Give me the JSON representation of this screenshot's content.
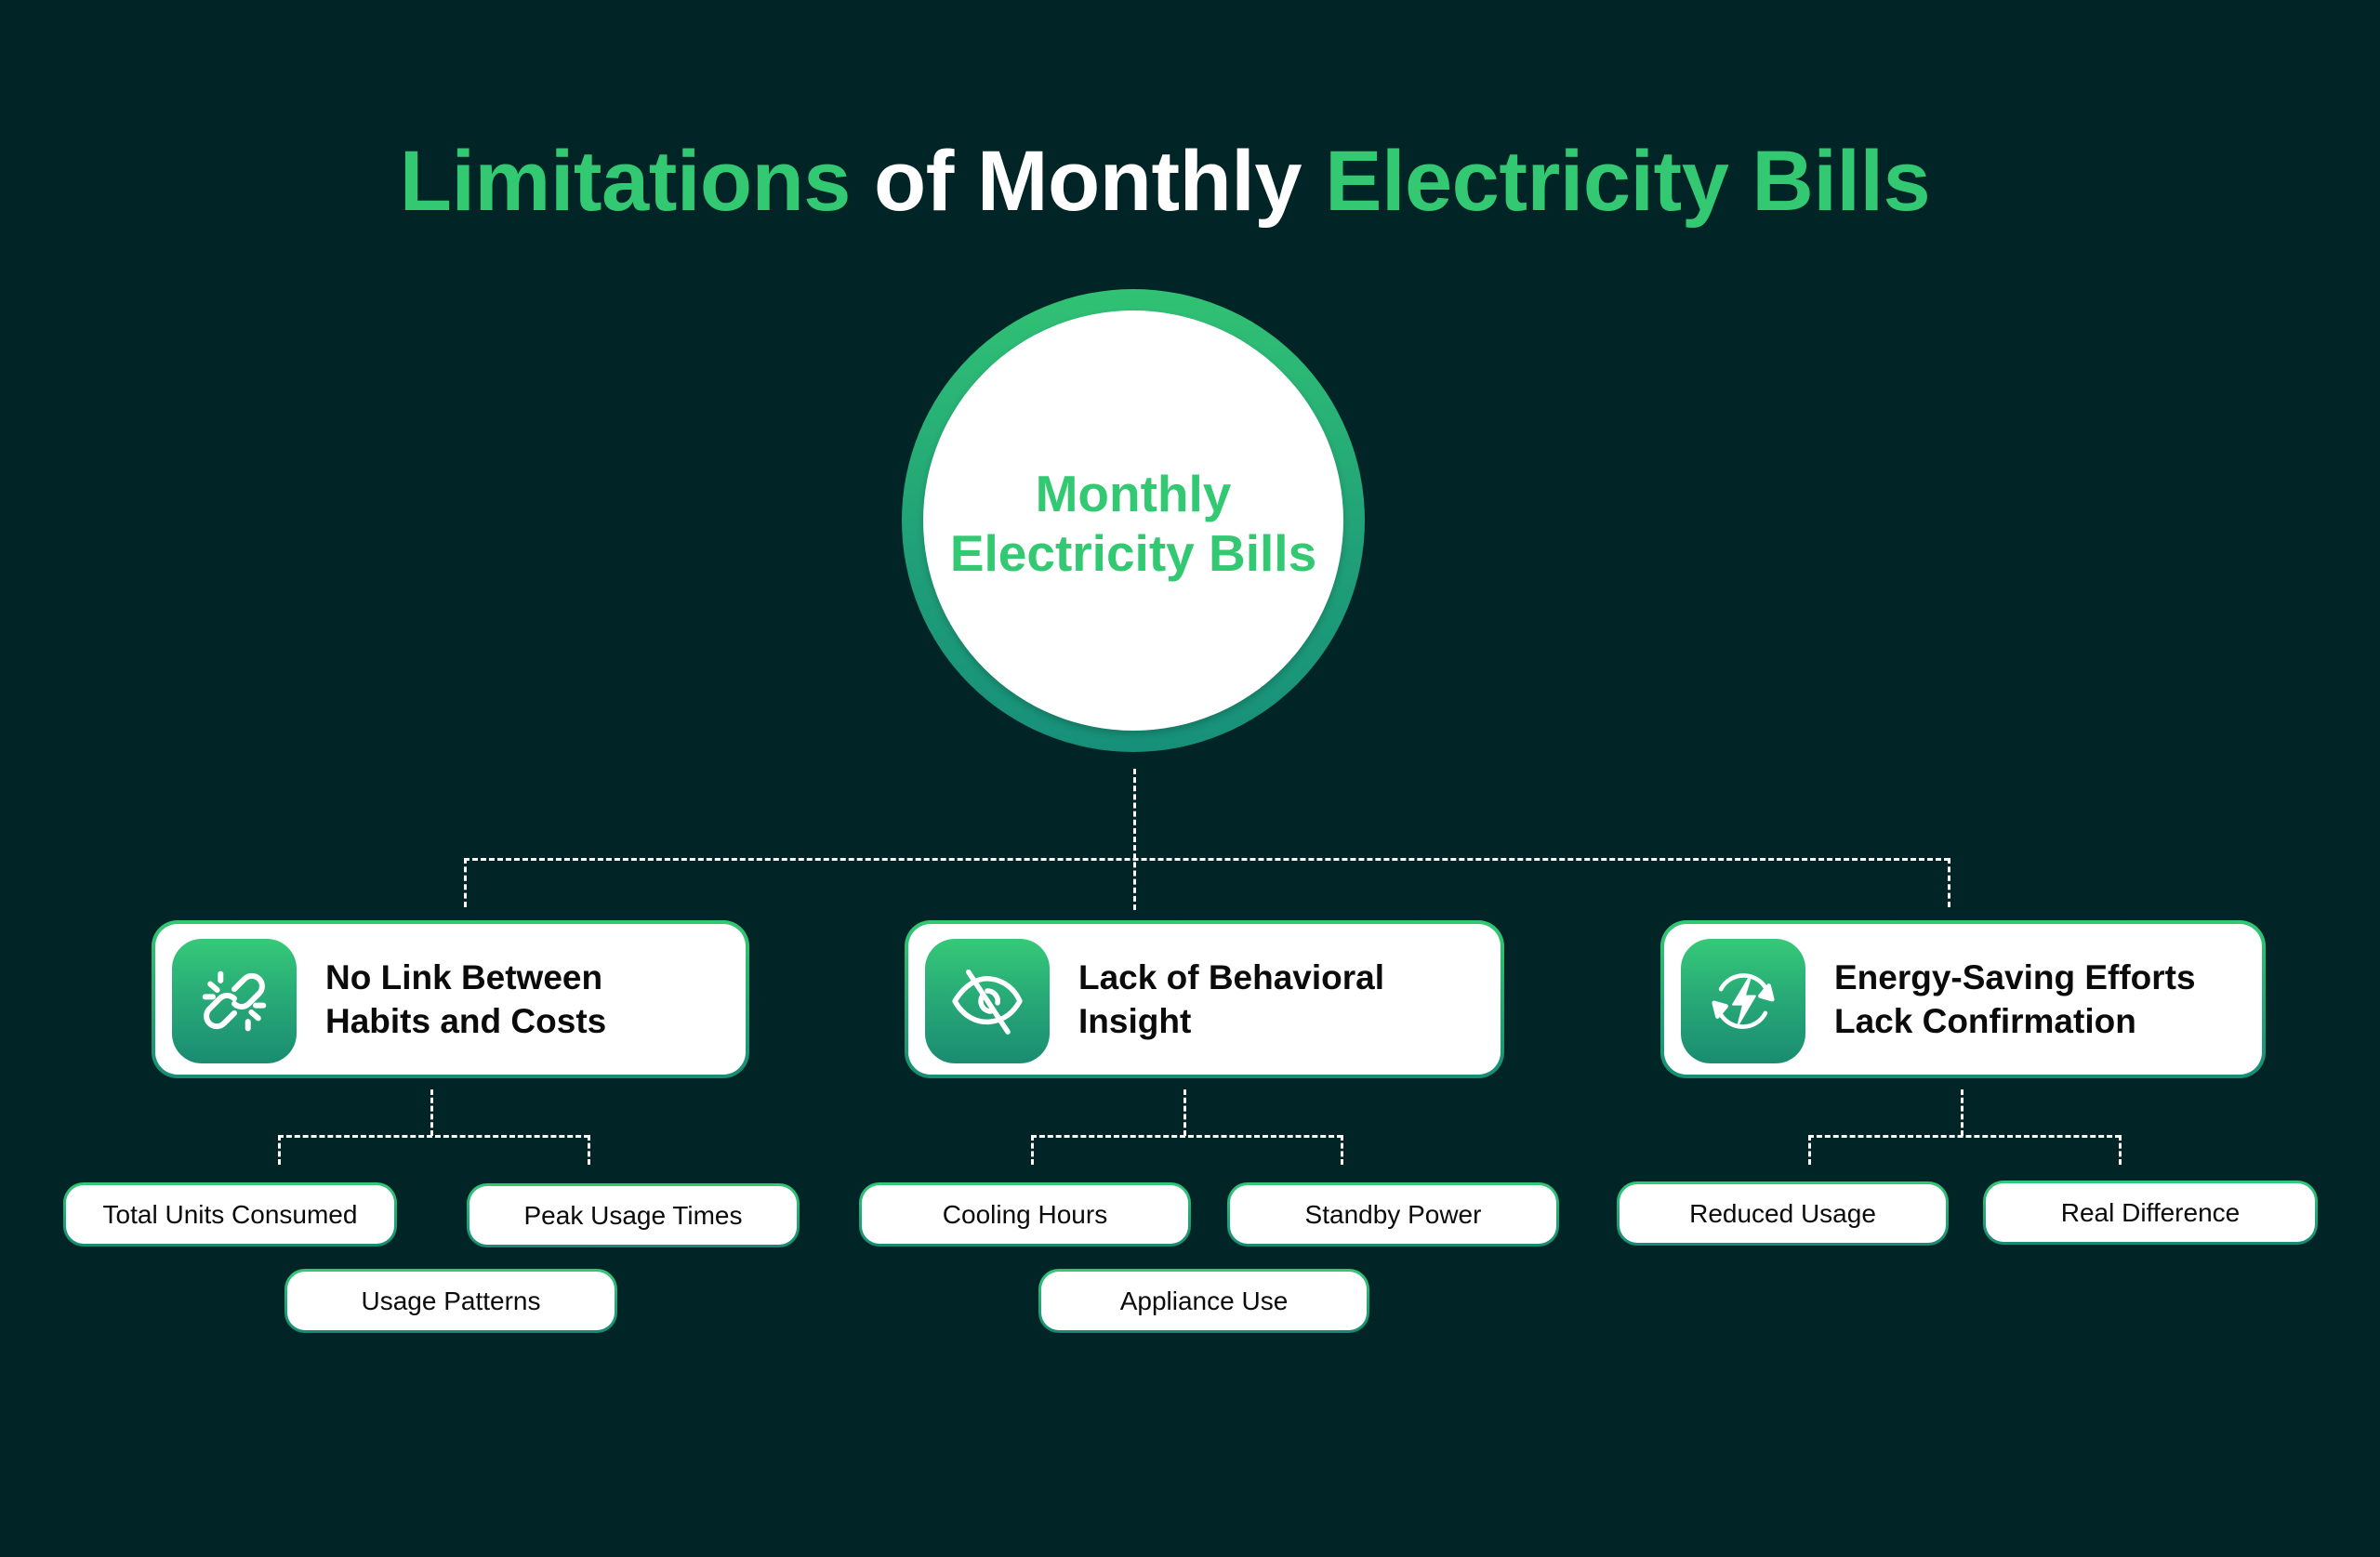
{
  "title": {
    "part1": "Limitations",
    "part2": "of Monthly",
    "part3": "Electricity Bills"
  },
  "hub": {
    "line1": "Monthly",
    "line2": "Electricity Bills"
  },
  "categories": [
    {
      "icon": "broken-link-icon",
      "line1": "No Link Between",
      "line2": "Habits and Costs",
      "items": [
        "Total Units Consumed",
        "Peak Usage Times",
        "Usage Patterns"
      ]
    },
    {
      "icon": "eye-off-icon",
      "line1": "Lack of Behavioral",
      "line2": "Insight",
      "items": [
        "Cooling Hours",
        "Standby Power",
        "Appliance Use"
      ]
    },
    {
      "icon": "energy-cycle-icon",
      "line1": "Energy-Saving Efforts",
      "line2": "Lack Confirmation",
      "items": [
        "Reduced Usage",
        "Real Difference"
      ]
    }
  ],
  "colors": {
    "background": "#012526",
    "accent": "#33c872",
    "accent_dark": "#17907a",
    "text_dark": "#0b0b0b",
    "text_light": "#ffffff"
  }
}
